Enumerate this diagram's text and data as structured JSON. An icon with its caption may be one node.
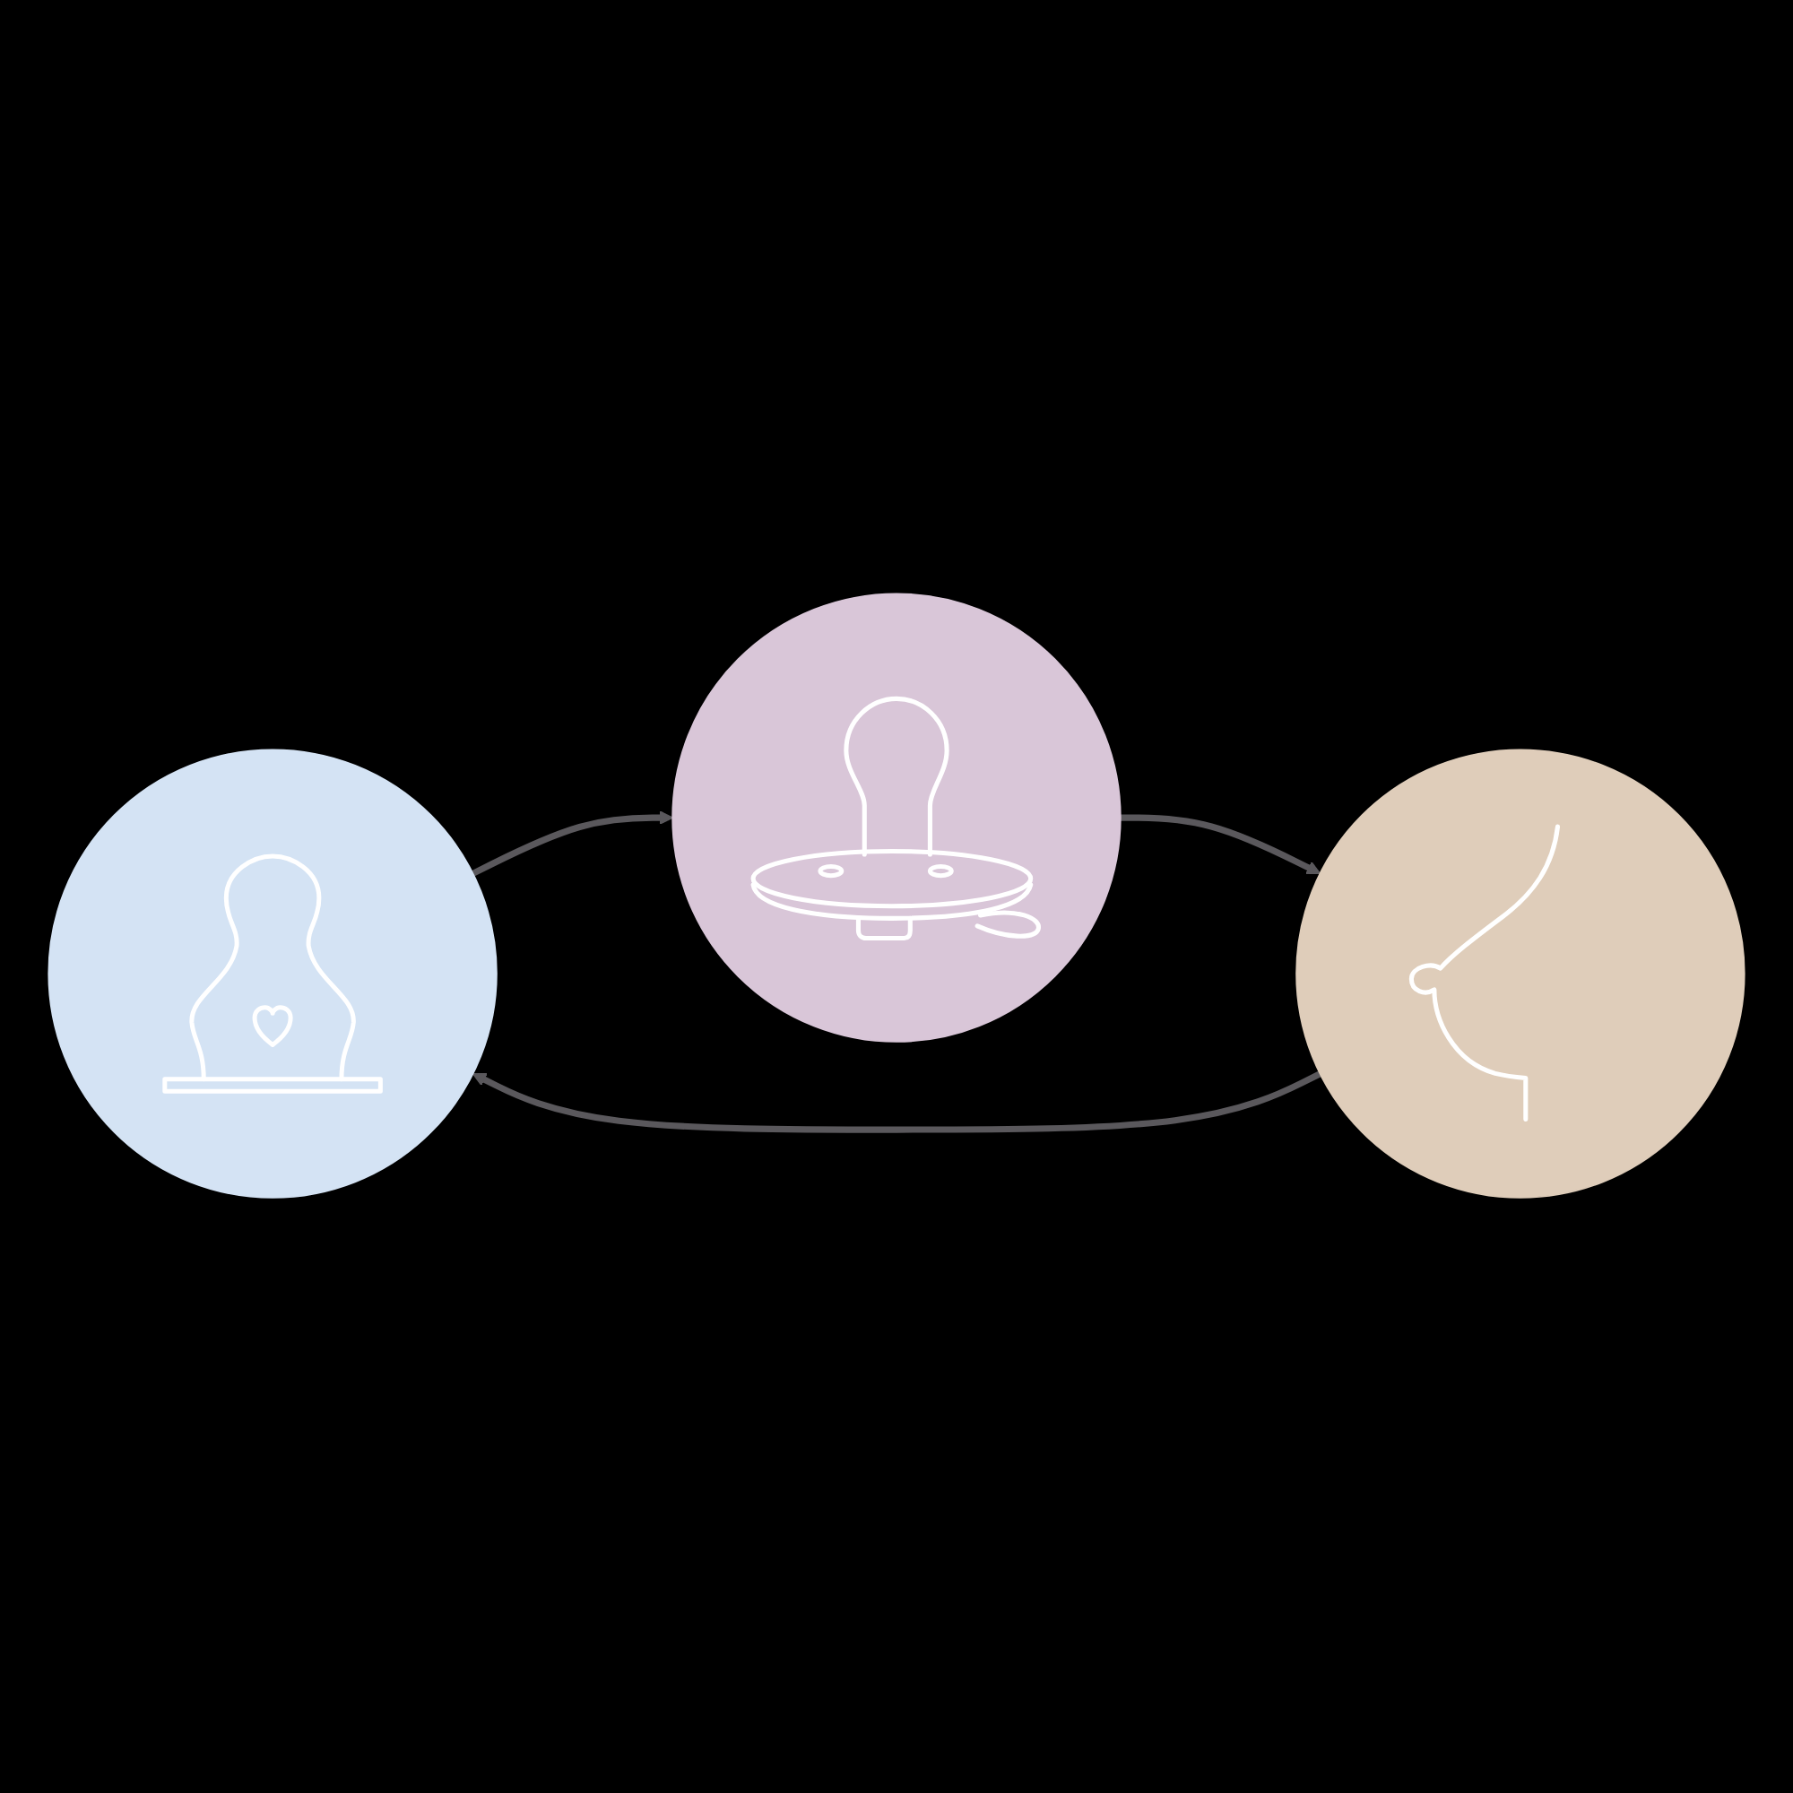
{
  "diagram": {
    "nodes": [
      {
        "text": [],
        "shape": "circle"
      },
      {
        "text": [],
        "shape": "circle"
      },
      {
        "text": [],
        "shape": "circle"
      }
    ],
    "edges": [
      {
        "from": 0,
        "to": 1,
        "arrow": "to"
      },
      {
        "from": 1,
        "to": 2,
        "arrow": "to"
      },
      {
        "from": 2,
        "to": 0,
        "arrow": "to"
      }
    ]
  }
}
